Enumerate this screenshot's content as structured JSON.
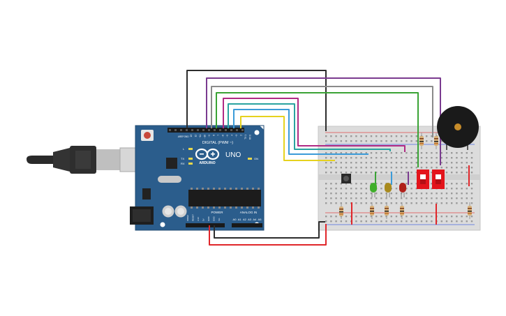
{
  "board": {
    "brand": "ARDUINO",
    "model": "UNO",
    "on_label": "ON",
    "digital_header": "DIGITAL (PWM ~)",
    "power_header": "POWER",
    "analog_header": "ANALOG IN",
    "pin_l": "L",
    "pin_tx": "TX",
    "pin_rx": "RX",
    "aref": "AREF",
    "gnd": "GND",
    "digital_pins": [
      "13",
      "12",
      "~11",
      "~10",
      "~9",
      "8",
      "7",
      "~6",
      "~5",
      "4",
      "~3",
      "2",
      "TX 1",
      "RX 0"
    ],
    "power_pins": [
      "IOREF",
      "RESET",
      "3.3V",
      "5V",
      "GND",
      "GND",
      "Vin"
    ],
    "analog_pins": [
      "A0",
      "A1",
      "A2",
      "A3",
      "A4",
      "A5"
    ]
  },
  "components": {
    "usb_cable": "usb-cable",
    "led_colors": [
      "#3fae2a",
      "#a88a1e",
      "#b0201a"
    ],
    "dip_switch_color": "#e3141b",
    "buzzer_color": "#1a1a1a"
  },
  "colors": {
    "board": "#2b5d8c",
    "breadboard": "#dcdcdc",
    "wire_black": "#2d2d2d",
    "wire_purple": "#7a3b8f",
    "wire_gray": "#8a8a8a",
    "wire_green": "#3aa335",
    "wire_magenta": "#b02a84",
    "wire_teal": "#2aa3a0",
    "wire_blue": "#3b9bd8",
    "wire_yellow": "#e6d21e",
    "wire_red": "#e0262a"
  }
}
